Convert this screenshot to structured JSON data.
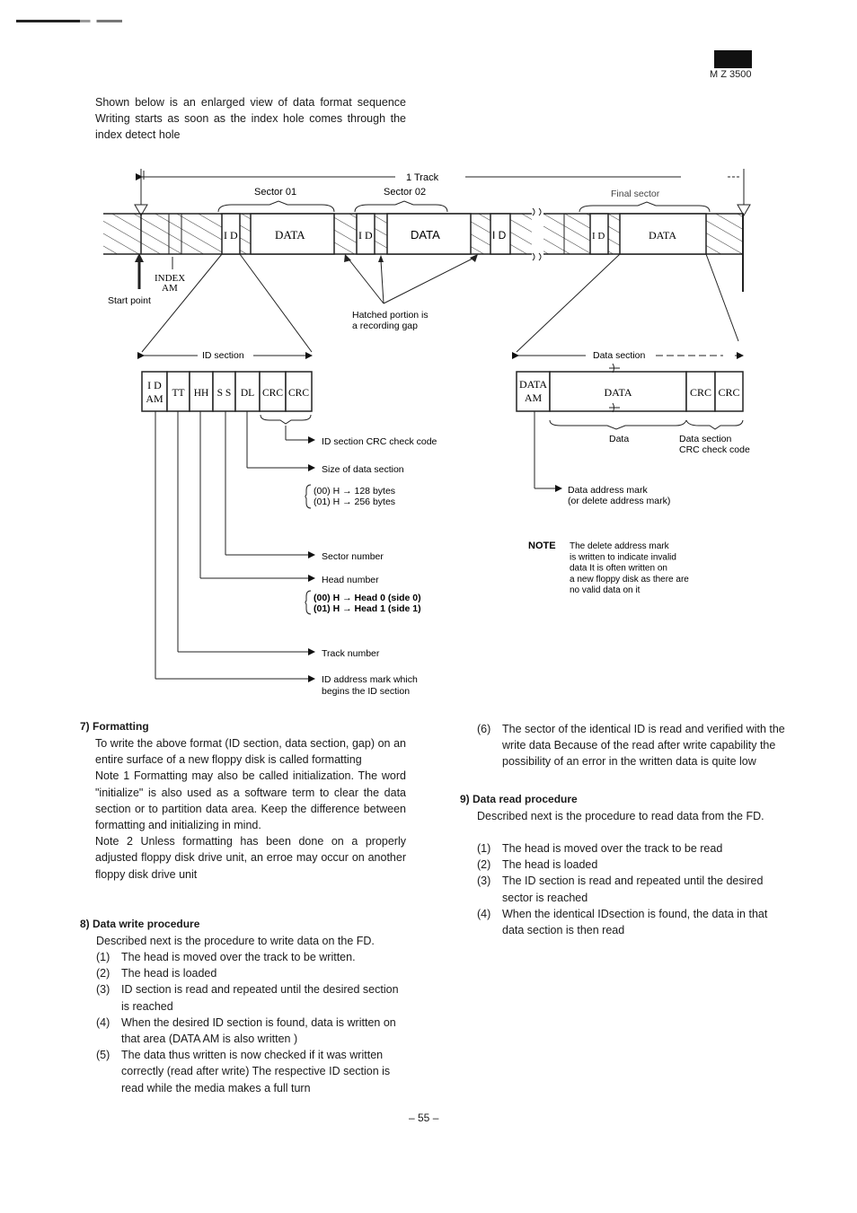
{
  "header": {
    "model": "M Z 3500",
    "page_number": "– 55 –"
  },
  "intro": "Shown below is an enlarged view of data format sequence Writing starts as soon as the index hole comes through the index detect hole",
  "diagram": {
    "track_label": "1 Track",
    "sector01": "Sector 01",
    "sector02": "Sector 02",
    "final_sector": "Final sector",
    "data_field": "DATA",
    "id_field": "I D",
    "index_am_1": "INDEX",
    "index_am_2": "AM",
    "start_point": "Start point",
    "hatched_1": "Hatched portion is",
    "hatched_2": "a recording gap",
    "id_section": "ID section",
    "data_section": "Data section",
    "id_cells": [
      "I D AM",
      "TT",
      "HH",
      "S S",
      "DL",
      "CRC",
      "CRC"
    ],
    "data_cells": [
      "DATA AM",
      "DATA",
      "CRC",
      "CRC"
    ],
    "crc_code": "ID section CRC check code",
    "size_label": "Size of data section",
    "size_00": "(00) H → 128 bytes",
    "size_01": "(01) H → 256 bytes",
    "sector_number": "Sector number",
    "head_number": "Head number",
    "head_00": "(00) H → Head 0 (side 0)",
    "head_01": "(01) H → Head 1 (side 1)",
    "track_number": "Track number",
    "id_am_1": "ID address mark which",
    "id_am_2": "begins the ID section",
    "data_label": "Data",
    "data_crc_1": "Data section",
    "data_crc_2": "CRC check code",
    "dam_1": "Data address mark",
    "dam_2": "(or delete address mark)",
    "note_label": "NOTE",
    "note_lines": [
      "The delete address mark",
      "is written to indicate invalid",
      "data It is often written on",
      "a new floppy disk as there are",
      "no valid data on it"
    ]
  },
  "formatting": {
    "heading": "7) Formatting",
    "para": "To write the above format (ID section, data section, gap) on an entire surface of a new floppy disk is called formatting",
    "note1": "Note 1 Formatting may also be called initialization. The word \"initialize\" is also used as a software term to clear the data section or to partition data area. Keep the difference between formatting and initializing in mind.",
    "note2": "Note 2 Unless formatting has been done on a properly adjusted floppy disk drive unit, an erroe may occur on another floppy disk drive unit"
  },
  "write_proc": {
    "heading": "8) Data write procedure",
    "intro": "Described next is the procedure to write data on the FD.",
    "steps": [
      {
        "n": "(1)",
        "t": "The head is moved over the track to be written."
      },
      {
        "n": "(2)",
        "t": "The head is loaded"
      },
      {
        "n": "(3)",
        "t": "ID section is read and repeated until the desired section is reached"
      },
      {
        "n": "(4)",
        "t": "When the desired ID section is found, data is written on that area (DATA AM is also written )"
      },
      {
        "n": "(5)",
        "t": "The data thus written is now checked if it was written correctly (read after write) The respective ID section is read while the media makes a full turn"
      },
      {
        "n": "(6)",
        "t": "The sector of the identical ID is read and verified with the write data Because of the read after write capability the possibility of an error in the written data is quite low"
      }
    ]
  },
  "read_proc": {
    "heading": "9) Data read procedure",
    "intro": "Described next is the procedure to read data from the FD.",
    "steps": [
      {
        "n": "(1)",
        "t": "The head is moved over the track to be read"
      },
      {
        "n": "(2)",
        "t": "The head is loaded"
      },
      {
        "n": "(3)",
        "t": "The ID section is read and repeated until the desired sector is reached"
      },
      {
        "n": "(4)",
        "t": "When the identical IDsection is found, the data in that data section is then read"
      }
    ]
  }
}
